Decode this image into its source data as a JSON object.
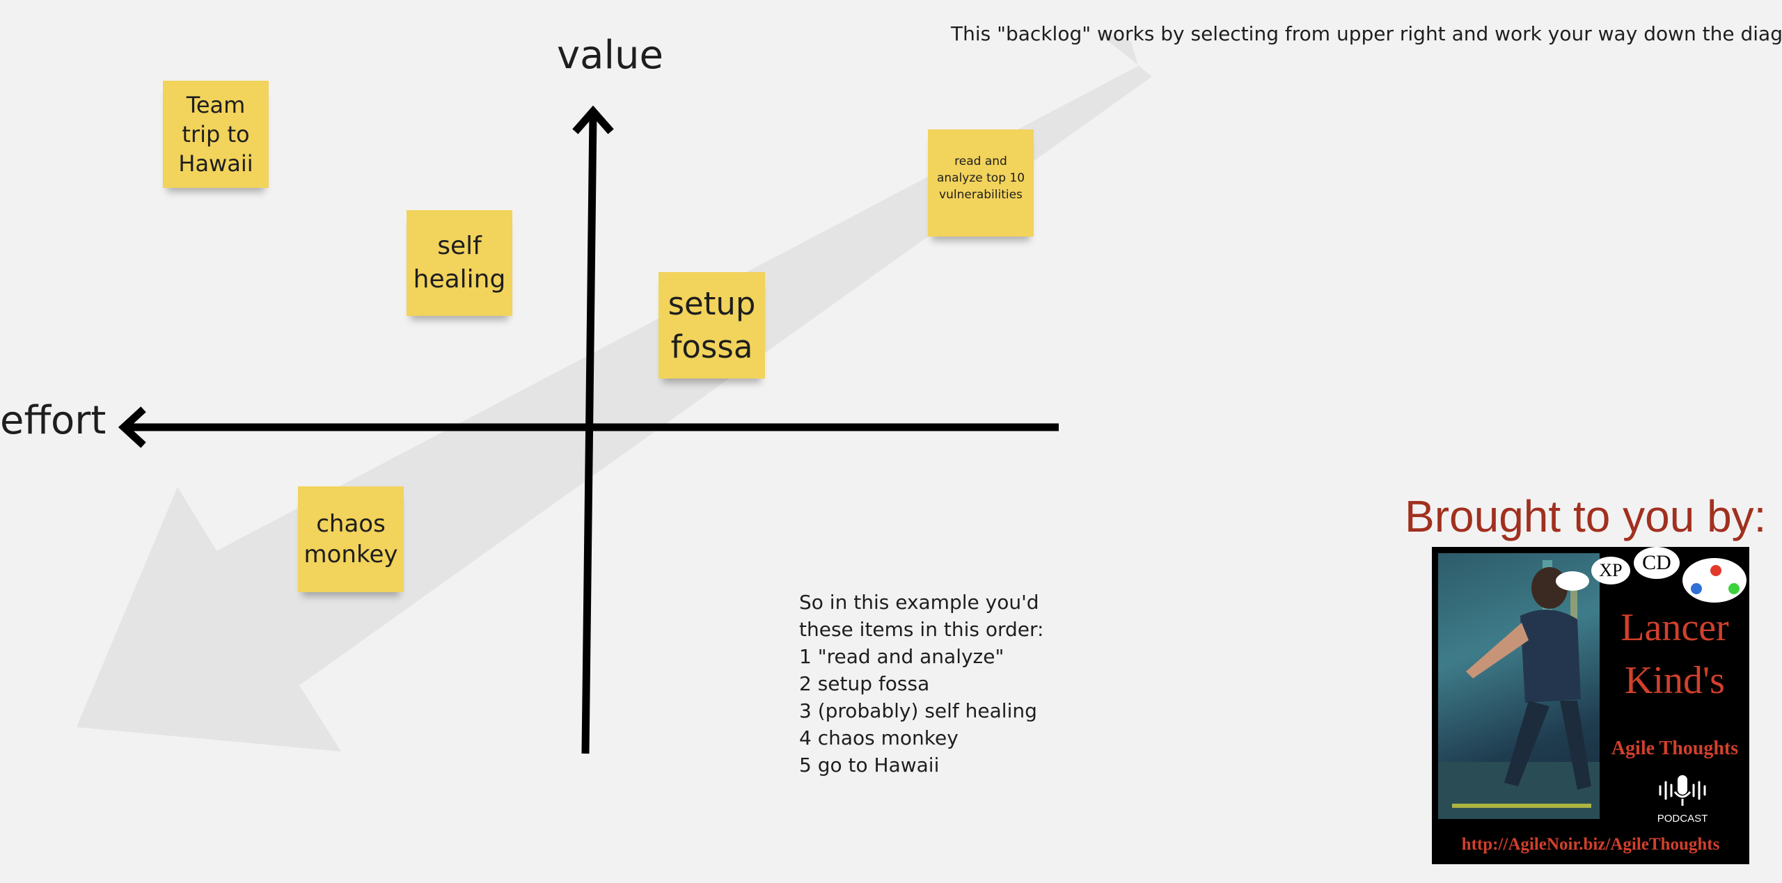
{
  "axes": {
    "y_label": "value",
    "x_label": "effort"
  },
  "intro_text": "This \"backlog\" works by selecting from upper right and work your way down the diagonal",
  "stickies": {
    "hawaii": [
      "Team",
      "trip to",
      "Hawaii"
    ],
    "self_healing": [
      "self",
      "healing"
    ],
    "setup_fossa": [
      "setup",
      "fossa"
    ],
    "vulnerabilities": [
      "read and",
      "analyze top 10",
      "vulnerabilities"
    ],
    "chaos_monkey": [
      "chaos",
      "monkey"
    ]
  },
  "order_list": {
    "line1": "So in this example you'd",
    "line2": "these items in this order:",
    "item1": "1 \"read and analyze\"",
    "item2": "2 setup fossa",
    "item3": "3 (probably) self healing",
    "item4": "4 chaos monkey",
    "item5": "5 go to Hawaii"
  },
  "credits": {
    "heading": "Brought to you by:",
    "poster_name_line1": "Lancer",
    "poster_name_line2": "Kind's",
    "poster_show": "Agile Thoughts",
    "poster_podcast": "PODCAST",
    "poster_url": "http://AgileNoir.biz/AgileThoughts",
    "bubble_xp": "XP",
    "bubble_cd": "CD"
  },
  "colors": {
    "background": "#f2f2f2",
    "sticky": "#f2d35b",
    "axis": "#000000",
    "diagonal_arrow": "#e4e4e4",
    "credits_red": "#a1301f"
  }
}
